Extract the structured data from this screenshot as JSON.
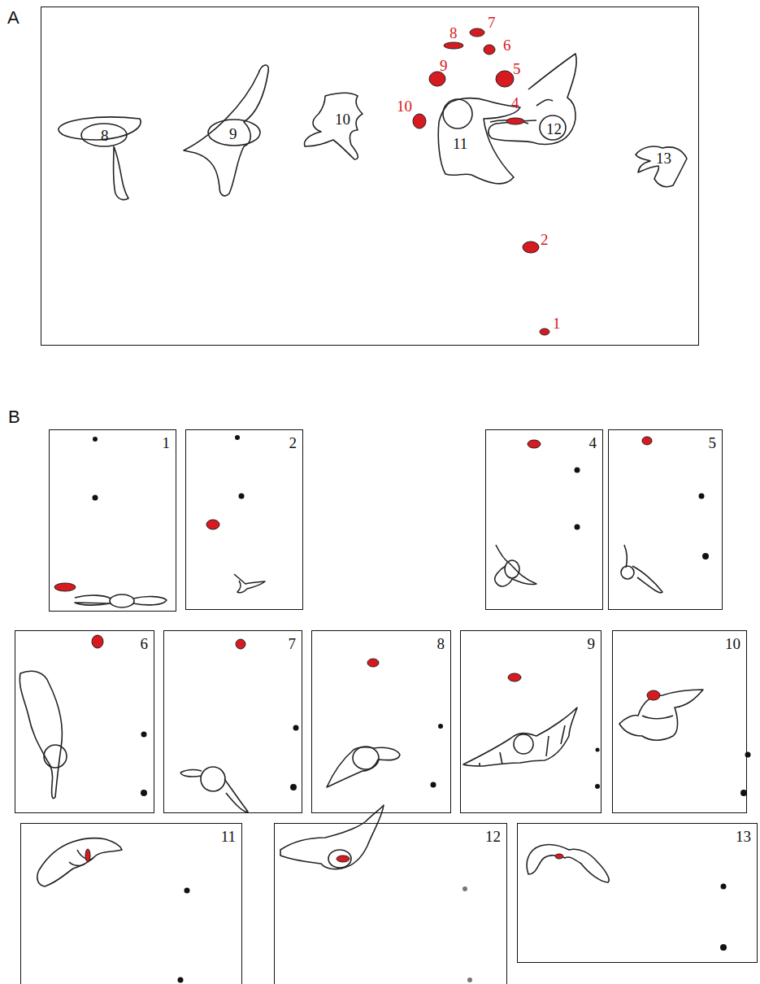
{
  "diagram": {
    "nodes": [
      {
        "text": [
          "A"
        ]
      },
      {
        "text": [
          "8"
        ],
        "in": 0
      },
      {
        "text": [
          "9"
        ],
        "in": 0
      },
      {
        "text": [
          "10"
        ],
        "in": 0
      },
      {
        "text": [
          "11"
        ],
        "in": 0
      },
      {
        "text": [
          "12"
        ],
        "in": 0
      },
      {
        "text": [
          "13"
        ],
        "in": 0
      },
      {
        "text": [
          "1"
        ]
      },
      {
        "text": [
          "2"
        ]
      },
      {
        "text": [
          "4"
        ]
      },
      {
        "text": [
          "5"
        ]
      },
      {
        "text": [
          "6"
        ]
      },
      {
        "text": [
          "7"
        ]
      },
      {
        "text": [
          "8"
        ]
      },
      {
        "text": [
          "9"
        ]
      },
      {
        "text": [
          "10"
        ]
      },
      {
        "text": [
          "11"
        ]
      },
      {
        "text": [
          "12"
        ]
      },
      {
        "text": [
          "13"
        ]
      }
    ],
    "labels": [
      "8",
      "7",
      "6",
      "9",
      "5",
      "10",
      "4",
      "2",
      "1",
      "B"
    ]
  }
}
